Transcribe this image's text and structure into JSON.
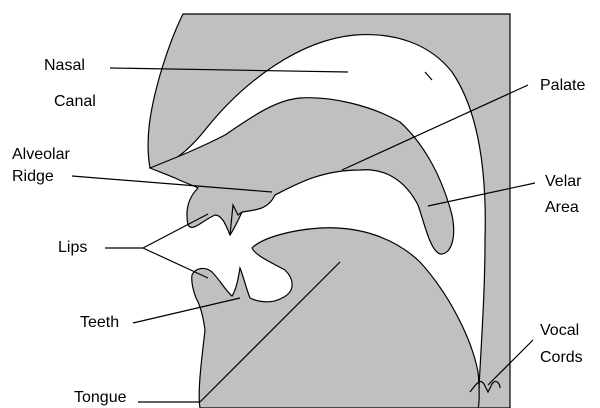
{
  "labels": {
    "nasal": "Nasal",
    "canal": "Canal",
    "palate": "Palate",
    "alveolar": "Alveolar",
    "ridge": "Ridge",
    "velar": "Velar",
    "area": "Area",
    "lips": "Lips",
    "teeth": "Teeth",
    "vocal": "Vocal",
    "cords": "Cords",
    "tongue": "Tongue"
  },
  "colors": {
    "fill": "#c0c0c0",
    "stroke": "#000000",
    "background": "#ffffff"
  }
}
